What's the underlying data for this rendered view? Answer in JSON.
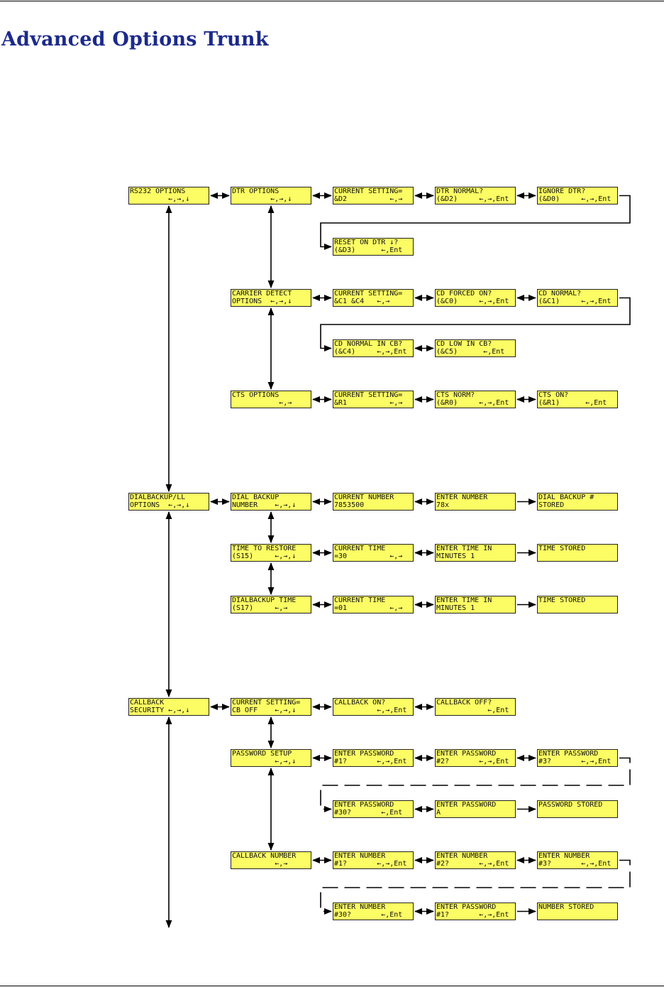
{
  "page": {
    "title": "Advanced Options Trunk"
  },
  "boxes": {
    "rs232": [
      "RS232 OPTIONS",
      "         ←,→,↓"
    ],
    "dtr": [
      "DTR OPTIONS",
      "         ←,→,↓"
    ],
    "dtr_cur": [
      "CURRENT SETTING=",
      "&D2          ←,→"
    ],
    "dtr_normal": [
      "DTR NORMAL?",
      "(&D2)     ←,→,Ent"
    ],
    "ignore_dtr": [
      "IGNORE DTR?",
      "(&D0)     ←,→,Ent"
    ],
    "reset_dtr": [
      "RESET ON DTR ↓?",
      "(&D3)      ←,Ent"
    ],
    "cd": [
      "CARRIER DETECT",
      "OPTIONS  ←,→,↓"
    ],
    "cd_cur": [
      "CURRENT SETTING=",
      "&C1 &C4   ←,→"
    ],
    "cd_forced": [
      "CD FORCED ON?",
      "(&C0)     ←,→,Ent"
    ],
    "cd_normal": [
      "CD NORMAL?",
      "(&C1)     ←,→,Ent"
    ],
    "cd_normal_cb": [
      "CD NORMAL IN CB?",
      "(&C4)     ←,→,Ent"
    ],
    "cd_low_cb": [
      "CD LOW IN CB?",
      "(&C5)      ←,Ent"
    ],
    "cts": [
      "CTS OPTIONS",
      "           ←,→"
    ],
    "cts_cur": [
      "CURRENT SETTING=",
      "&R1          ←,→"
    ],
    "cts_norm": [
      "CTS NORM?",
      "(&R0)     ←,→,Ent"
    ],
    "cts_on": [
      "CTS ON?",
      "(&R1)      ←,Ent"
    ],
    "dialbackup": [
      "DIALBACKUP/LL",
      "OPTIONS  ←,→,↓"
    ],
    "dial_number": [
      "DIAL BACKUP",
      "NUMBER    ←,→,↓"
    ],
    "cur_number": [
      "CURRENT NUMBER",
      "7853500"
    ],
    "enter_number": [
      "ENTER NUMBER",
      "78x"
    ],
    "dial_stored": [
      "DIAL BACKUP #",
      "STORED"
    ],
    "ttr": [
      "TIME TO RESTORE",
      "(S15)     ←,→,↓"
    ],
    "ttr_cur": [
      "CURRENT TIME",
      "=30          ←,→"
    ],
    "ttr_enter": [
      "ENTER TIME IN",
      "MINUTES 1"
    ],
    "ttr_stored": [
      "TIME STORED",
      ""
    ],
    "dbt": [
      "DIALBACKUP TIME",
      "(S17)     ←,→"
    ],
    "dbt_cur": [
      "CURRENT TIME",
      "=01          ←,→"
    ],
    "dbt_enter": [
      "ENTER TIME IN",
      "MINUTES 1"
    ],
    "dbt_stored": [
      "TIME STORED",
      ""
    ],
    "callback": [
      "CALLBACK",
      "SECURITY ←,→,↓"
    ],
    "cb_cur": [
      "CURRENT SETTING=",
      "CB OFF    ←,→,↓"
    ],
    "cb_on": [
      "CALLBACK ON?",
      "          ←,→,Ent"
    ],
    "cb_off": [
      "CALLBACK OFF?",
      "            ←,Ent"
    ],
    "pw_setup": [
      "PASSWORD SETUP",
      "          ←,→,↓"
    ],
    "pw1": [
      "ENTER PASSWORD",
      "#1?       ←,→,Ent"
    ],
    "pw2": [
      "ENTER PASSWORD",
      "#2?       ←,→,Ent"
    ],
    "pw3": [
      "ENTER PASSWORD",
      "#3?       ←,→,Ent"
    ],
    "pw30": [
      "ENTER PASSWORD",
      "#30?       ←,Ent"
    ],
    "pw_a": [
      "ENTER PASSWORD",
      "A"
    ],
    "pw_stored": [
      "PASSWORD STORED",
      ""
    ],
    "cbn": [
      "CALLBACK NUMBER",
      "          ←,→"
    ],
    "num1": [
      "ENTER NUMBER",
      "#1?       ←,→,Ent"
    ],
    "num2": [
      "ENTER NUMBER",
      "#2?       ←,→,Ent"
    ],
    "num3": [
      "ENTER NUMBER",
      "#3?       ←,→,Ent"
    ],
    "num30": [
      "ENTER NUMBER",
      "#30?       ←,Ent"
    ],
    "num_pw1": [
      "ENTER PASSWORD",
      "#1?       ←,→,Ent"
    ],
    "num_stored": [
      "NUMBER STORED",
      ""
    ]
  },
  "colors": {
    "lcd_fill": "#fcfc64",
    "title": "#1c2a8a"
  }
}
